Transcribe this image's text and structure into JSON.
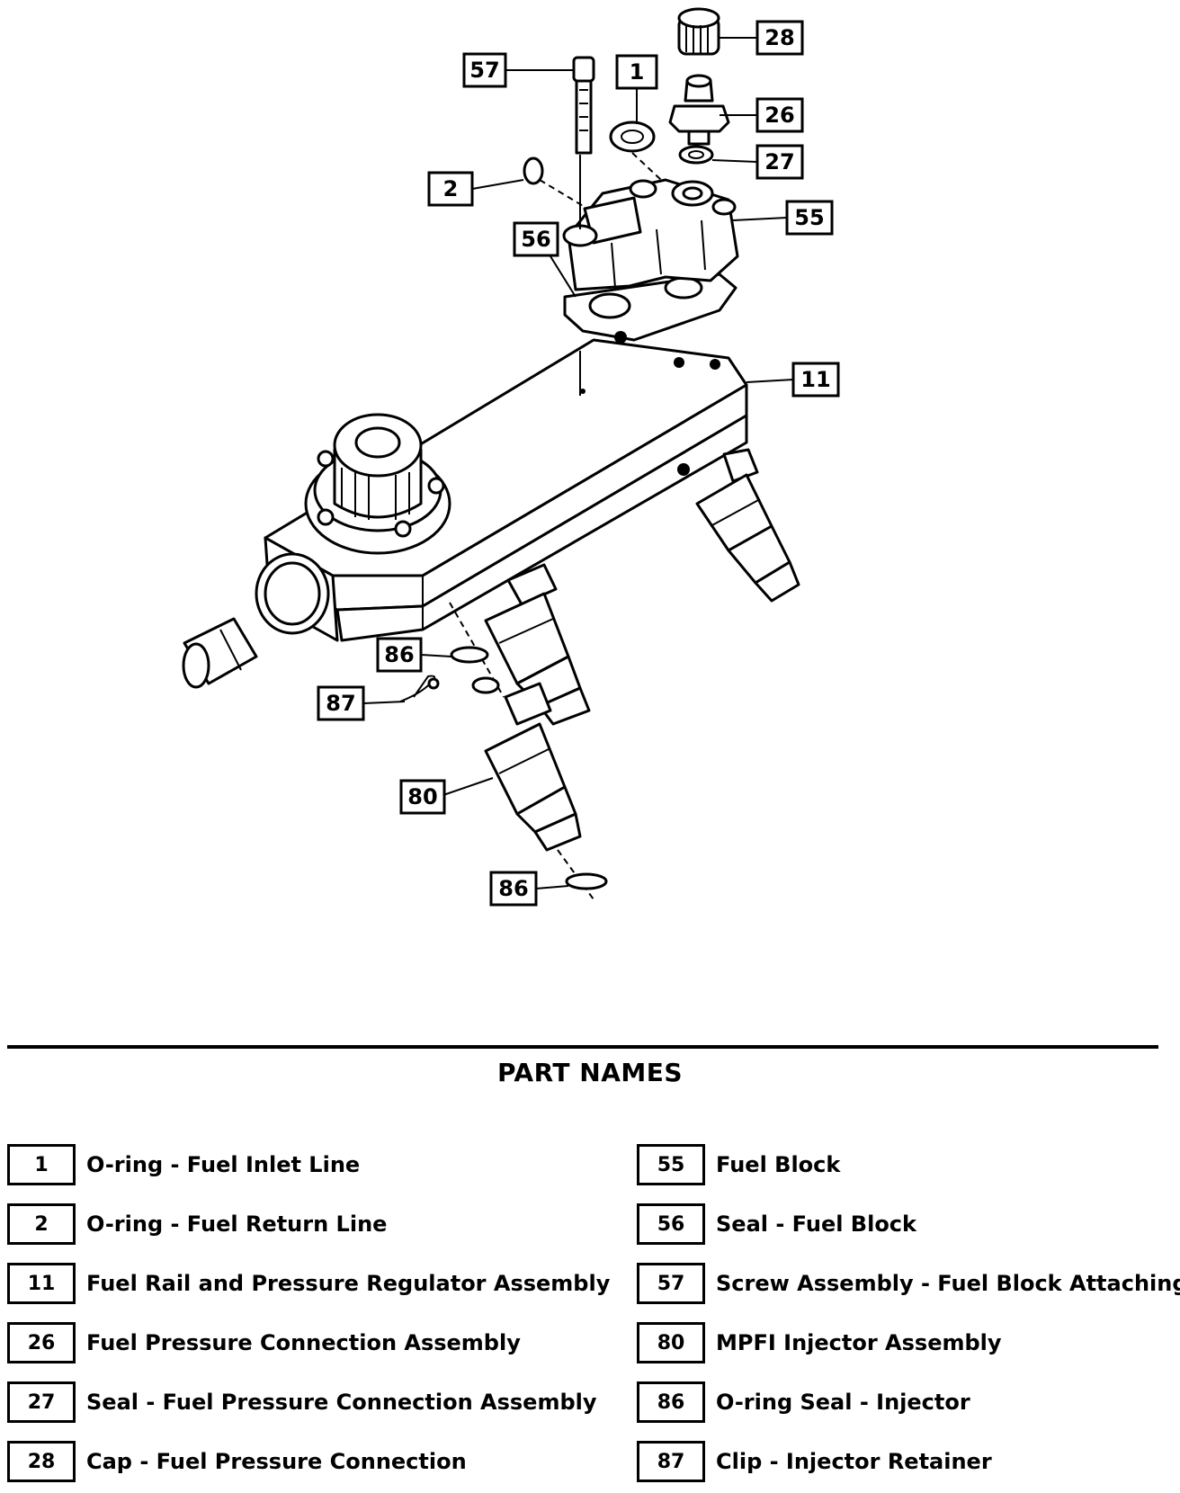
{
  "callouts": {
    "c57": "57",
    "c1": "1",
    "c28": "28",
    "c26": "26",
    "c27": "27",
    "c2": "2",
    "c55": "55",
    "c56": "56",
    "c11": "11",
    "c86a": "86",
    "c87": "87",
    "c80": "80",
    "c86b": "86"
  },
  "legend": {
    "title": "PART NAMES",
    "left": [
      {
        "num": "1",
        "name": "O-ring - Fuel Inlet Line"
      },
      {
        "num": "2",
        "name": "O-ring - Fuel Return Line"
      },
      {
        "num": "11",
        "name": "Fuel Rail and Pressure Regulator Assembly"
      },
      {
        "num": "26",
        "name": "Fuel Pressure Connection Assembly"
      },
      {
        "num": "27",
        "name": "Seal - Fuel Pressure Connection Assembly"
      },
      {
        "num": "28",
        "name": "Cap - Fuel Pressure Connection"
      }
    ],
    "right": [
      {
        "num": "55",
        "name": "Fuel Block"
      },
      {
        "num": "56",
        "name": "Seal - Fuel Block"
      },
      {
        "num": "57",
        "name": "Screw Assembly - Fuel Block Attaching"
      },
      {
        "num": "80",
        "name": "MPFI Injector Assembly"
      },
      {
        "num": "86",
        "name": "O-ring Seal - Injector"
      },
      {
        "num": "87",
        "name": "Clip - Injector Retainer"
      }
    ]
  }
}
